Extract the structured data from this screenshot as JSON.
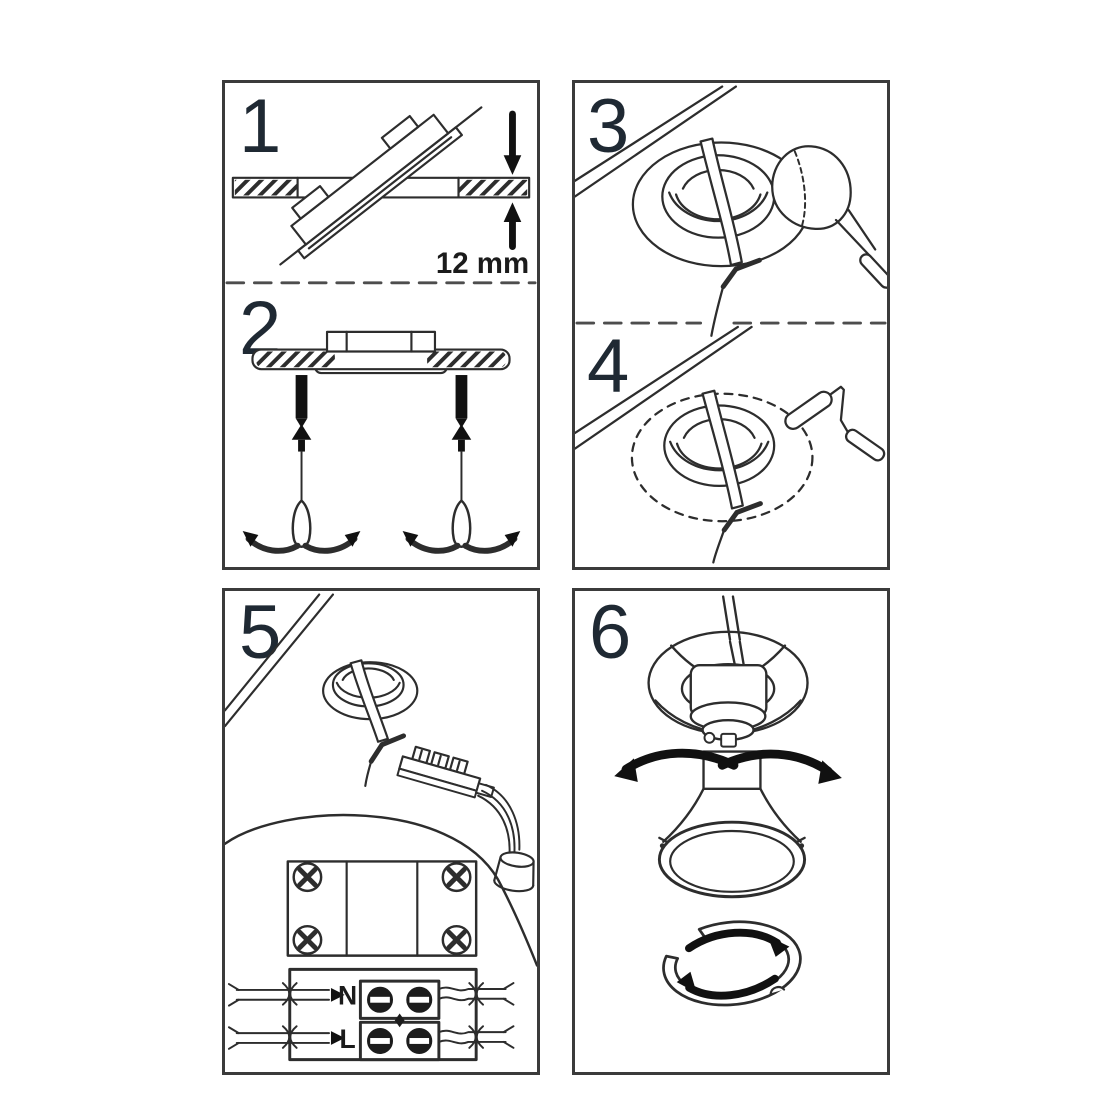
{
  "sheet": {
    "steps": {
      "step1": {
        "number": "1",
        "depth_label": "12 mm"
      },
      "step2": {
        "number": "2"
      },
      "step3": {
        "number": "3"
      },
      "step4": {
        "number": "4"
      },
      "step5": {
        "number": "5",
        "terminal_neutral": "N",
        "terminal_live": "L"
      },
      "step6": {
        "number": "6"
      }
    },
    "colors": {
      "line": "#2d2d2d",
      "dark_fill": "#1c1c1c",
      "number": "#1f2933",
      "label": "#1b1b1b",
      "dashed_divider": "#4d4d4d",
      "panel_border": "#3b3b3b",
      "background": "#ffffff"
    },
    "icons": {
      "depth_dimension": "dimension-arrows-icon",
      "spring_clip_release": "spring-release-arrows-icon",
      "bulb_twist": "twist-rotation-arrows-icon",
      "retaining_ring_rotate": "squeeze-rotation-arrows-icon",
      "paint_tool": "paint-roller-icon"
    }
  }
}
